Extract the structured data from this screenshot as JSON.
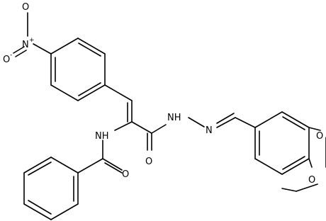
{
  "structure": {
    "nitro": {
      "o_minus": "O",
      "o_minus_charge": "-",
      "n_plus": "N",
      "n_plus_charge": "+",
      "o": "O"
    },
    "amide_nh": "NH",
    "amide_o": "O",
    "hydrazide_o": "O",
    "hydrazone_nh": "NH",
    "hydrazone_n": "N",
    "dioxole_o_top": "O",
    "dioxole_o_bottom": "O"
  }
}
